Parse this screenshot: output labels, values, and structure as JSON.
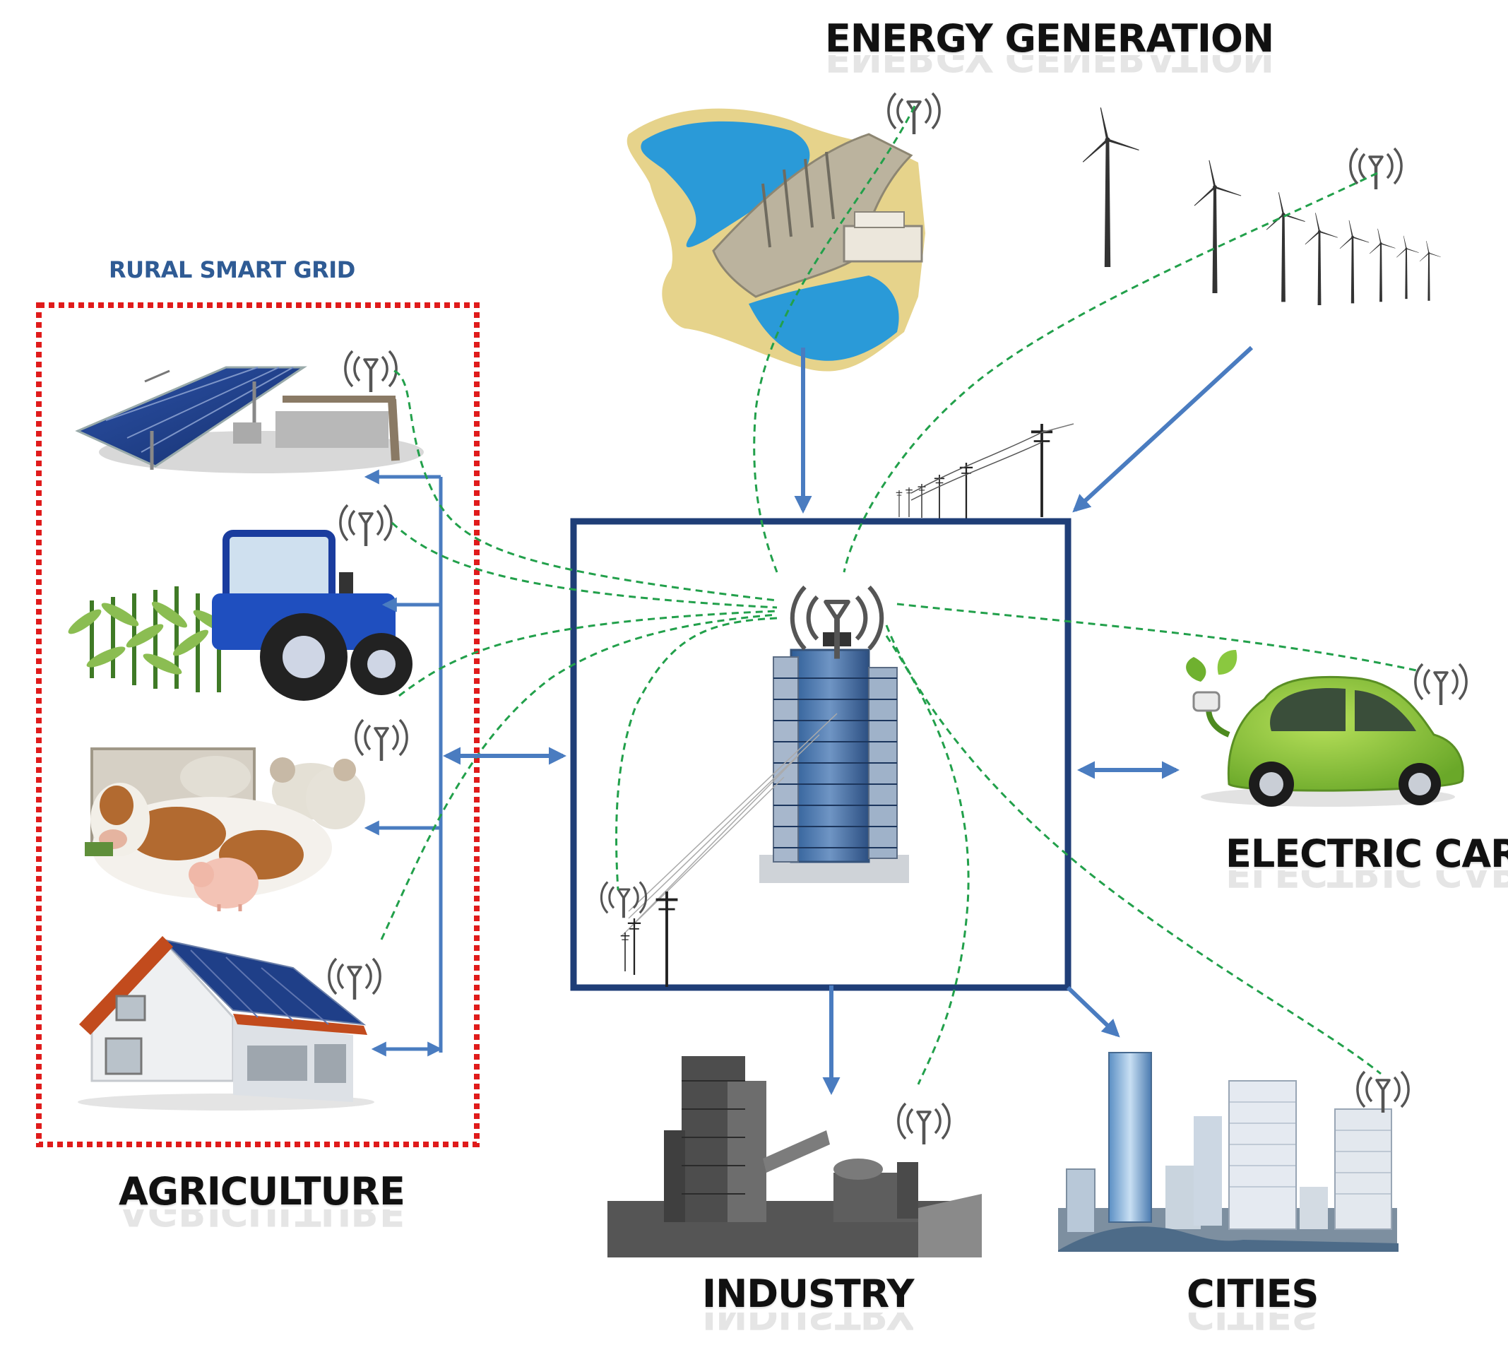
{
  "labels": {
    "energy_generation": "ENERGY GENERATION",
    "rural_smart_grid": "RURAL SMART GRID",
    "agriculture": "AGRICULTURE",
    "electric_car": "ELECTRIC CAR",
    "industry": "INDUSTRY",
    "cities": "CITIES"
  },
  "colors": {
    "grid_box": "#1f3e77",
    "arrow": "#4a7cc0",
    "wireless_link": "#22a04b",
    "rural_border": "#e01b1b",
    "rural_label": "#2f5b94",
    "car_body": "#8dc63f",
    "water": "#2a9ad8",
    "solar_panel": "#1f3f88"
  },
  "icons": [
    "antenna-icon",
    "solar-panel-icon",
    "tractor-icon",
    "livestock-icon",
    "solar-house-icon",
    "dam-icon",
    "wind-turbine-icon",
    "power-pole-icon",
    "tower-building-icon",
    "electric-car-icon",
    "factory-icon",
    "skyline-icon"
  ]
}
